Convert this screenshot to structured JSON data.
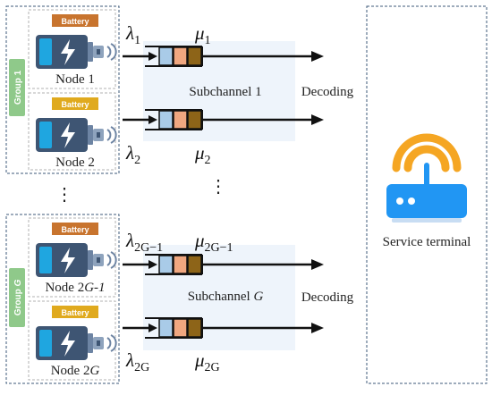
{
  "groups": [
    {
      "label": "Group 1",
      "nodes": [
        {
          "battery_label": "Battery",
          "battery_color": "#c8742e",
          "node_label_base": "Node 1",
          "node_label_sub": "",
          "arrival_symbol": "λ",
          "arrival_sub": "1",
          "service_symbol": "μ",
          "service_sub": "1"
        },
        {
          "battery_label": "Battery",
          "battery_color": "#e0aa1e",
          "node_label_base": "Node 2",
          "node_label_sub": "",
          "arrival_symbol": "λ",
          "arrival_sub": "2",
          "service_symbol": "μ",
          "service_sub": "2"
        }
      ],
      "subchannel_base": "Subchannel 1",
      "subchannel_italic": ""
    },
    {
      "label": "Group G",
      "nodes": [
        {
          "battery_label": "Battery",
          "battery_color": "#c8742e",
          "node_label_base": "Node 2",
          "node_label_sub": "G-1",
          "arrival_symbol": "λ",
          "arrival_sub": "2G−1",
          "service_symbol": "μ",
          "service_sub": "2G−1"
        },
        {
          "battery_label": "Battery",
          "battery_color": "#e0aa1e",
          "node_label_base": "Node 2",
          "node_label_sub": "G",
          "arrival_symbol": "λ",
          "arrival_sub": "2G",
          "service_symbol": "μ",
          "service_sub": "2G"
        }
      ],
      "subchannel_base": "Subchannel ",
      "subchannel_italic": "G"
    }
  ],
  "decoding_label": "Decoding",
  "terminal_label": "Service terminal",
  "ellipsis": "⋮",
  "colors": {
    "group_tag": "#8fc98a",
    "subchannel_bg": "#eef4fb",
    "queue_blue": "#a9cbe8",
    "queue_orange": "#f0a780",
    "queue_brown": "#8d6418",
    "battery_body": "#3e5573",
    "battery_accent": "#1fa6e0",
    "router_body": "#2196f3",
    "router_wave": "#f5a623"
  },
  "icons": [
    "battery-icon",
    "router-icon",
    "lightning-icon",
    "signal-icon"
  ]
}
